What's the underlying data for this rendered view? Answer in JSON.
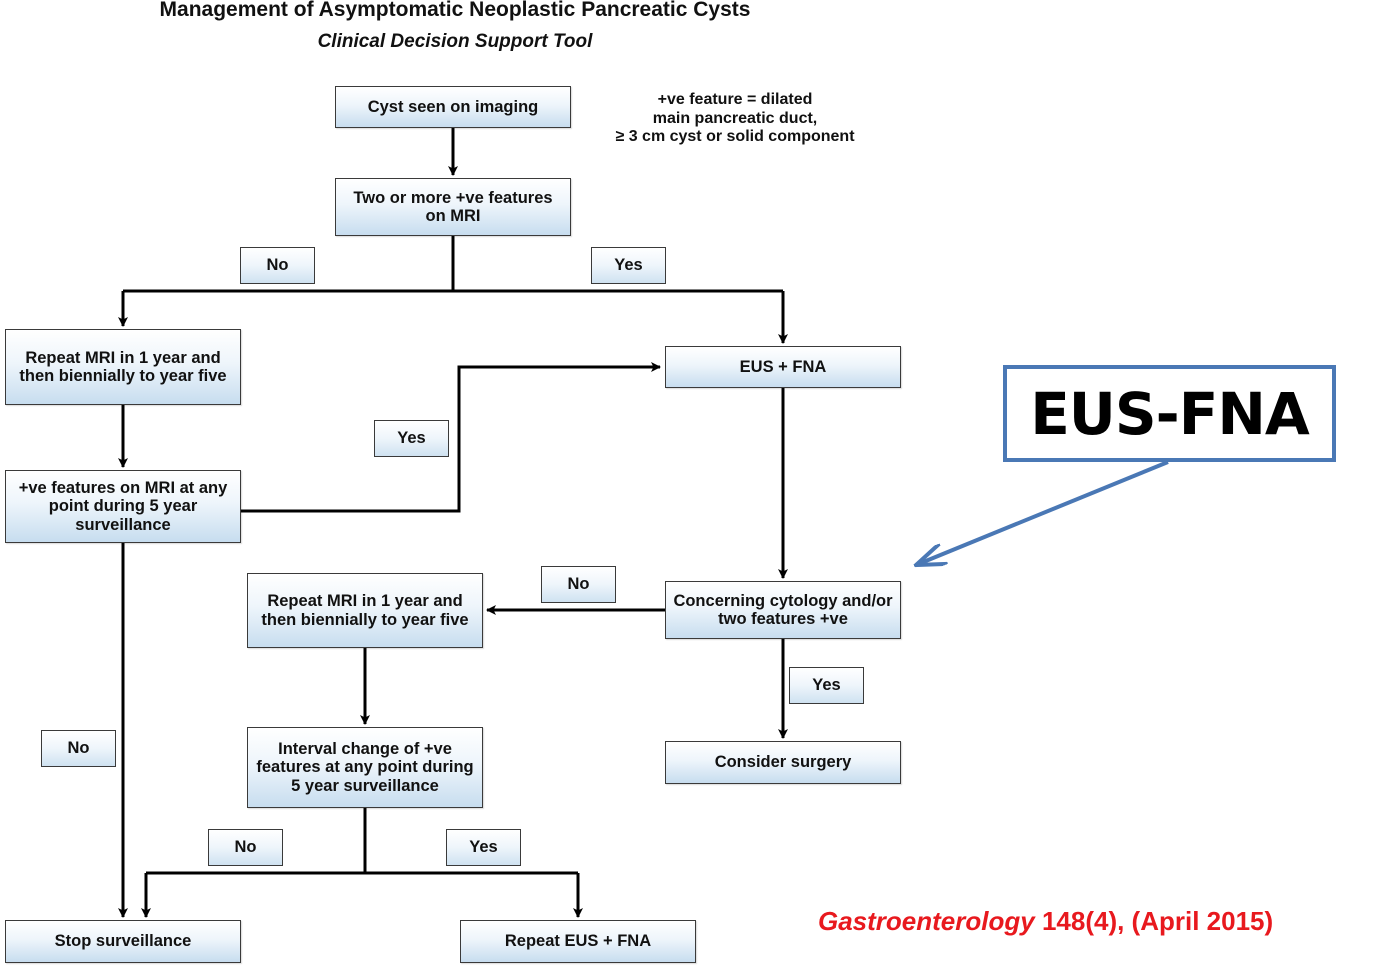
{
  "header": {
    "title": "Management of Asymptomatic Neoplastic Pancreatic Cysts",
    "subtitle": "Clinical Decision Support Tool"
  },
  "note": {
    "lines": [
      "+ve feature = dilated",
      "main pancreatic duct,",
      "≥ 3 cm cyst or solid component"
    ]
  },
  "nodes": {
    "cyst_seen": "Cyst seen on imaging",
    "two_or_more": "Two or more +ve features on MRI",
    "repeat_mri_left": "Repeat MRI in 1 year and then biennially to year five",
    "ve_features_mri": "+ve features on MRI at any point during 5 year surveillance",
    "eus_fna": "EUS + FNA",
    "concerning_cytology": "Concerning cytology and/or two features +ve",
    "repeat_mri_center": "Repeat MRI in 1 year and then biennially to year five",
    "interval_change": "Interval change of +ve features at any point during 5 year surveillance",
    "consider_surgery": "Consider surgery",
    "stop_surveillance": "Stop surveillance",
    "repeat_eus_fna": "Repeat EUS + FNA"
  },
  "labels": {
    "no_top": "No",
    "yes_top": "Yes",
    "yes_mid": "Yes",
    "no_cytology": "No",
    "yes_cytology": "Yes",
    "no_left": "No",
    "no_bottom": "No",
    "yes_bottom": "Yes"
  },
  "callout": {
    "text": "EUS-FNA",
    "border_color": "#4a78b5"
  },
  "citation": {
    "journal": "Gastroenterology",
    "details": " 148(4),  (April  2015)",
    "color": "#e8191e"
  }
}
